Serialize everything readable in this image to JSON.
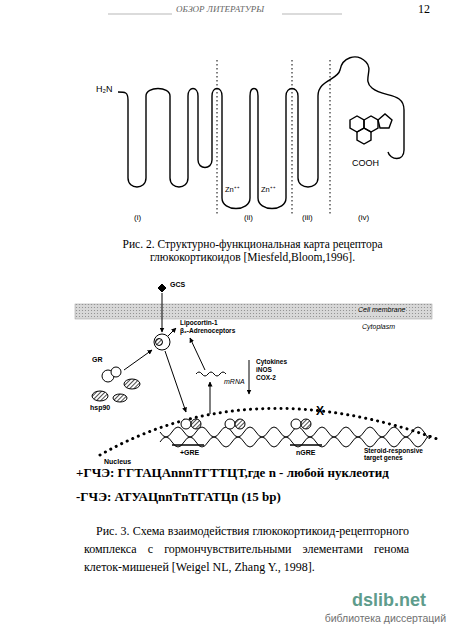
{
  "diagram": {
    "labels": [
      "ОБЗОР ЛИТЕРАТУРЫ",
      "12",
      "H₂N",
      "Zn⁺⁺",
      "Zn⁺⁺",
      "COOH",
      "(i)",
      "(ii)",
      "(iii)",
      "(iv)",
      "Рис. 2. Структурно-функциональная карта рецептора глюкокортикоидов [Miesfeld,Bloom,1996].",
      "GCS",
      "Cell membrane",
      "Cytoplasm",
      "Lipocortin-1",
      "β₂-Adrenoceptors",
      "GR",
      "hsp90",
      "mRNA",
      "Cytokines",
      "iNOS",
      "COX-2",
      "Nucleus",
      "+GRE",
      "nGRE",
      "Steroid-responsive target genes",
      "X",
      "+ГЧЭ: ГГТАЦАnnnТГТТЦТ,где n - любой нуклеотид",
      "-ГЧЭ: АТУАЦnnТnТГАТЦn (15 bp)",
      "Рис. 3. Схема взаимодействия глюкокортикоид-рецепторного комплекса с гормончувствительными элементами генома клеток-мишеней [Weigel NL, Zhang Y., 1998].",
      "dslib.net",
      "библиотека диссертаций"
    ]
  }
}
